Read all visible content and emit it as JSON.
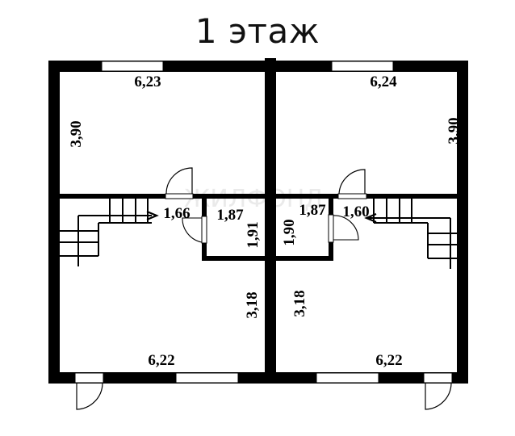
{
  "title": "1 этаж",
  "watermark": "ЖИЛФОНД",
  "colors": {
    "wall": "#000000",
    "background": "#ffffff",
    "window": "#ffffff",
    "line": "#000000"
  },
  "rooms": {
    "top_left": {
      "width": "6,23",
      "height": "3,90"
    },
    "top_right": {
      "width": "6,24",
      "height": "3,90"
    },
    "hall_left": {
      "width": "1,66"
    },
    "hall_right": {
      "width": "1,60"
    },
    "closet_left": {
      "width": "1,87",
      "height": "1,91"
    },
    "closet_right": {
      "width": "1,87",
      "height": "1,90"
    },
    "bottom_left": {
      "width": "6,22",
      "height": "3,18"
    },
    "bottom_right": {
      "width": "6,22",
      "height": "3,18"
    }
  }
}
